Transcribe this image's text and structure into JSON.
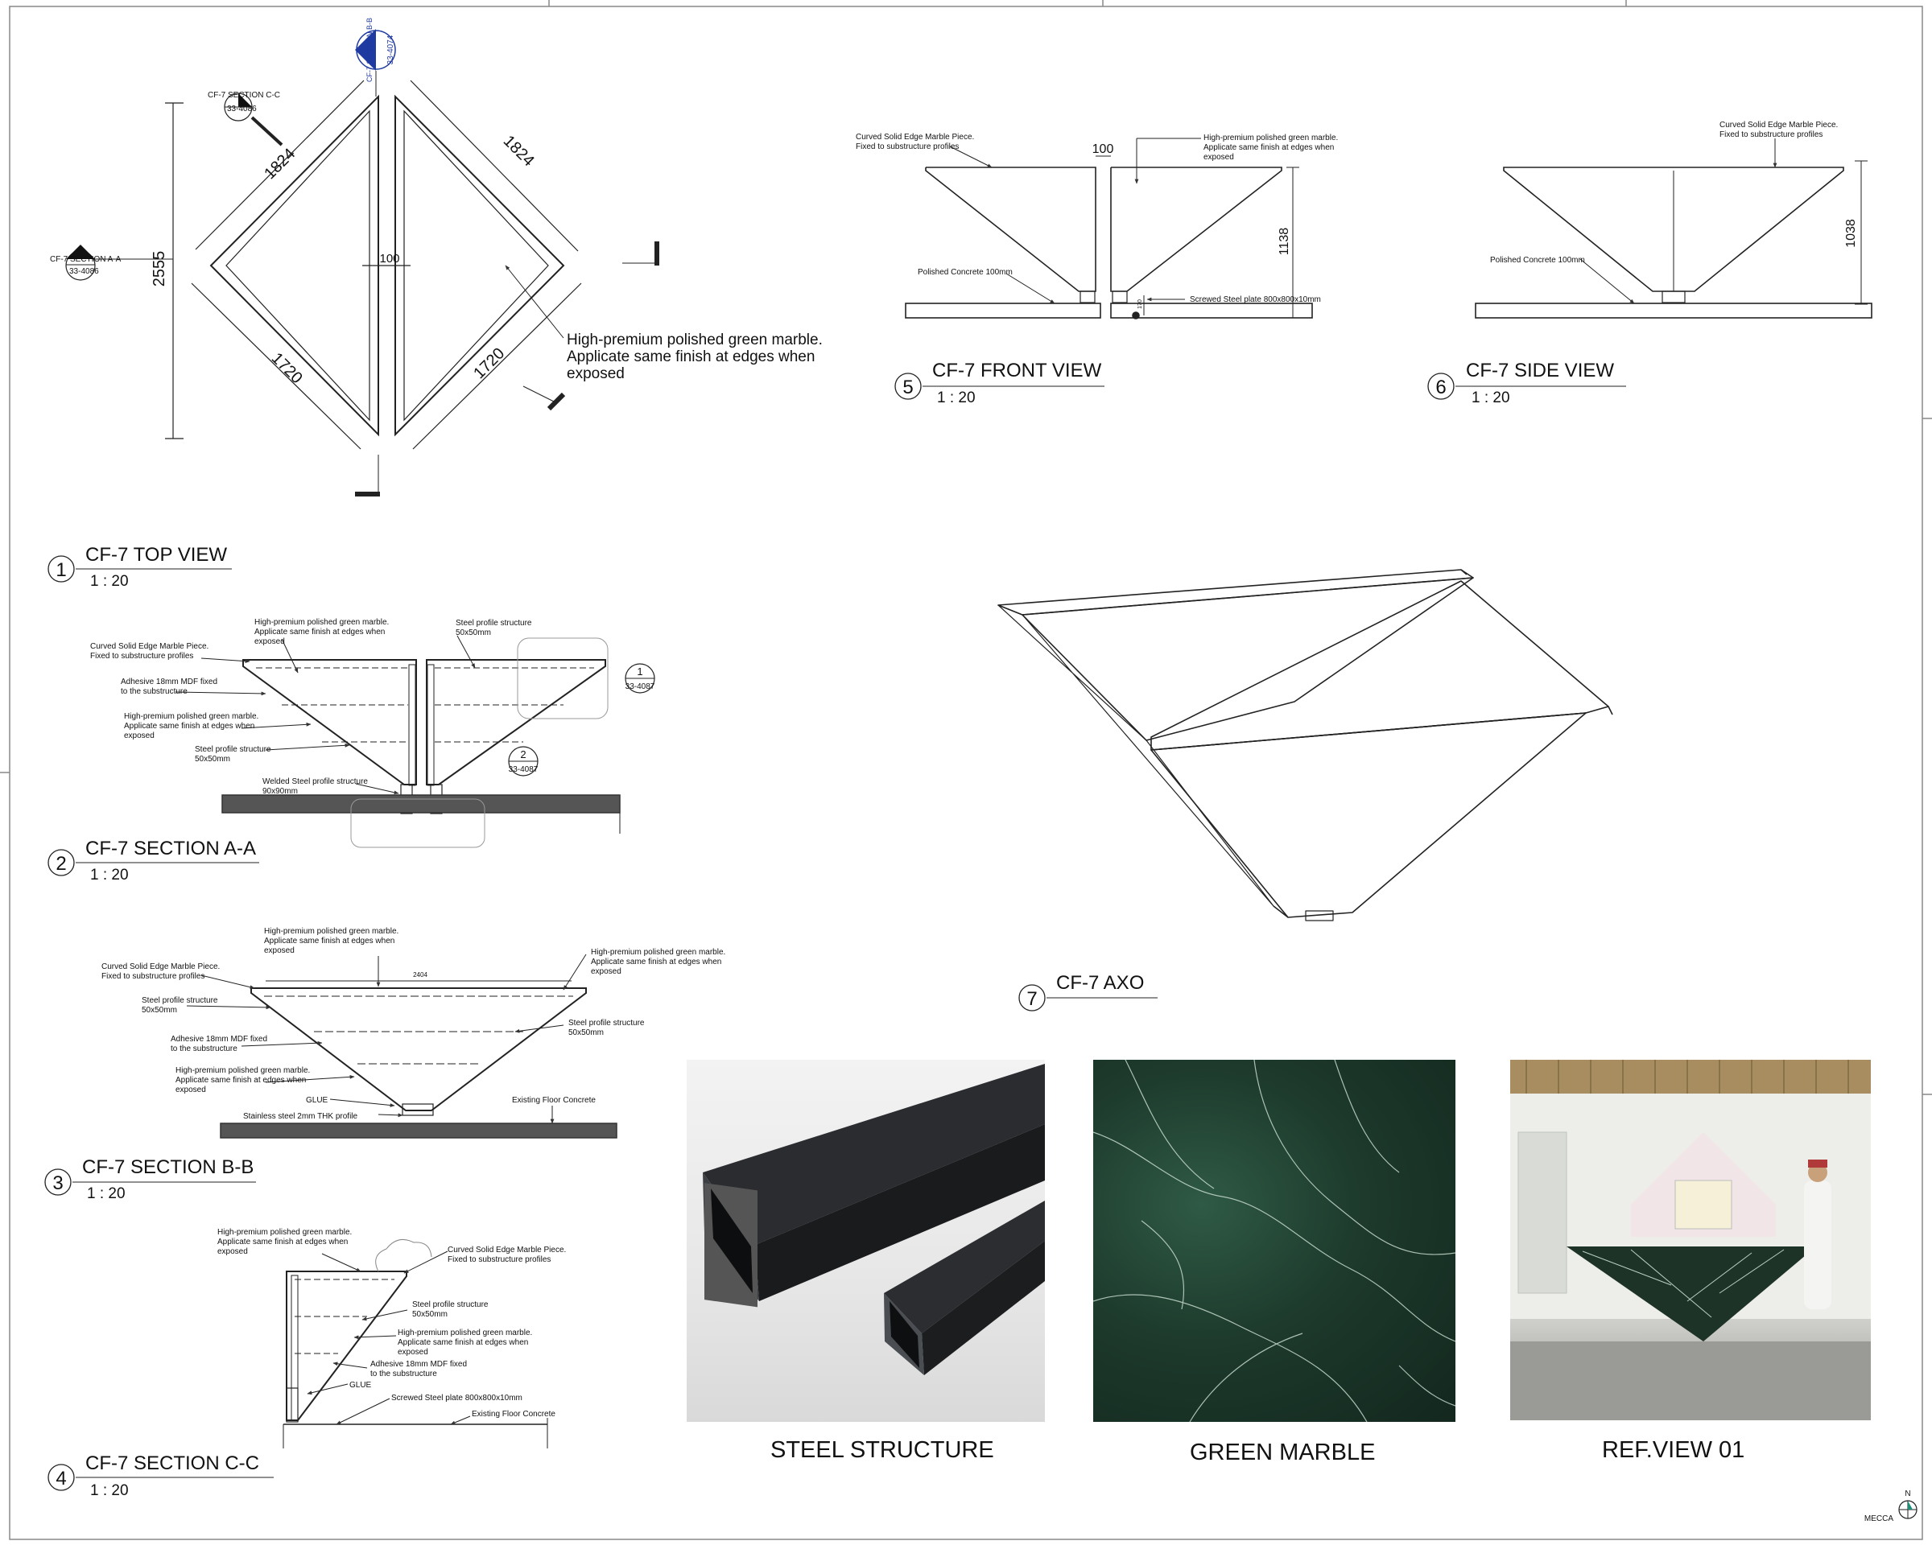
{
  "views": {
    "v1": {
      "num": "1",
      "title": "CF-7 TOP VIEW",
      "scale": "1 : 20"
    },
    "v2": {
      "num": "2",
      "title": "CF-7 SECTION A-A",
      "scale": "1 : 20"
    },
    "v3": {
      "num": "3",
      "title": "CF-7 SECTION B-B",
      "scale": "1 : 20"
    },
    "v4": {
      "num": "4",
      "title": "CF-7 SECTION C-C",
      "scale": "1 : 20"
    },
    "v5": {
      "num": "5",
      "title": "CF-7 FRONT VIEW",
      "scale": "1 : 20"
    },
    "v6": {
      "num": "6",
      "title": "CF-7 SIDE VIEW",
      "scale": "1 : 20"
    },
    "v7": {
      "num": "7",
      "title": "CF-7 AXO"
    }
  },
  "top_view": {
    "dims": {
      "d1824a": "1824",
      "d1824b": "1824",
      "d2555": "2555",
      "d100": "100",
      "d1720a": "1720",
      "d1720b": "1720"
    },
    "marble_note": [
      "High-premium polished green marble.",
      "Applicate same finish at edges when",
      "exposed"
    ],
    "section_b": {
      "label": "CF-7 SECTION B-B",
      "ref": "33-4074"
    },
    "section_c": {
      "label": "CF-7 SECTION C-C",
      "ref": "33-4086"
    },
    "section_a": {
      "label": "CF-7 SECTION A-A",
      "ref": "33-4086"
    }
  },
  "front_view": {
    "curved_note": [
      "Curved Solid Edge Marble Piece.",
      "Fixed to substructure profiles"
    ],
    "marble_note": [
      "High-premium polished green marble.",
      "Applicate same finish at edges when",
      "exposed"
    ],
    "gap": "100",
    "height": "1138",
    "concrete_note": "Polished Concrete 100mm",
    "plate_note": "Screwed Steel plate 800x800x10mm",
    "plate_dim": "170"
  },
  "side_view": {
    "curved_note": [
      "Curved Solid Edge Marble Piece.",
      "Fixed to substructure profiles"
    ],
    "height": "1038",
    "concrete_note": "Polished Concrete 100mm"
  },
  "section_aa": {
    "marble_top": [
      "High-premium polished green marble.",
      "Applicate same finish at edges when",
      "exposed"
    ],
    "steel_top": [
      "Steel profile structure",
      "50x50mm"
    ],
    "curved_note": [
      "Curved Solid Edge Marble Piece.",
      "Fixed to substructure profiles"
    ],
    "mdf_note": [
      "Adhesive  18mm MDF fixed",
      "to the substructure"
    ],
    "marble_mid": [
      "High-premium polished green marble.",
      "Applicate same finish at edges when",
      "exposed"
    ],
    "steel_mid": [
      "Steel profile structure",
      "50x50mm"
    ],
    "welded_note": [
      "Welded Steel profile structure",
      "90x90mm"
    ],
    "detail1": {
      "num": "1",
      "ref": "33-4087"
    },
    "detail2": {
      "num": "2",
      "ref": "33-4087"
    }
  },
  "section_bb": {
    "marble_top": [
      "High-premium polished green marble.",
      "Applicate same finish at edges when",
      "exposed"
    ],
    "marble_right": [
      "High-premium polished green marble.",
      "Applicate same finish at edges when",
      "exposed"
    ],
    "curved_note": [
      "Curved Solid Edge Marble Piece.",
      "Fixed to substructure profiles"
    ],
    "width": "2404",
    "steel_left": [
      "Steel profile structure",
      "50x50mm"
    ],
    "steel_right": [
      "Steel profile structure",
      "50x50mm"
    ],
    "mdf_note": [
      "Adhesive  18mm MDF fixed",
      "to the substructure"
    ],
    "marble_low": [
      "High-premium polished green marble.",
      "Applicate same finish at edges when",
      "exposed"
    ],
    "glue": "GLUE",
    "stainless": "Stainless steel 2mm THK profile",
    "floor": "Existing Floor Concrete"
  },
  "section_cc": {
    "marble_top": [
      "High-premium polished green marble.",
      "Applicate same finish at edges when",
      "exposed"
    ],
    "curved_note": [
      "Curved Solid Edge Marble Piece.",
      "Fixed to substructure profiles"
    ],
    "steel_note": [
      "Steel profile structure",
      "50x50mm"
    ],
    "marble_mid": [
      "High-premium polished green marble.",
      "Applicate same finish at edges when",
      "exposed"
    ],
    "mdf_note": [
      "Adhesive 18mm MDF fixed",
      "to the substructure"
    ],
    "glue": "GLUE",
    "plate_note": "Screwed Steel plate 800x800x10mm",
    "floor": "Existing Floor Concrete"
  },
  "photos": {
    "steel": "STEEL STRUCTURE",
    "marble": "GREEN MARBLE",
    "ref": "REF.VIEW 01"
  },
  "north": {
    "n": "N",
    "city": "MECCA"
  },
  "colors": {
    "line": "#222222",
    "marble": "#1f3a2c",
    "section_tag": "#1f3aa0"
  }
}
